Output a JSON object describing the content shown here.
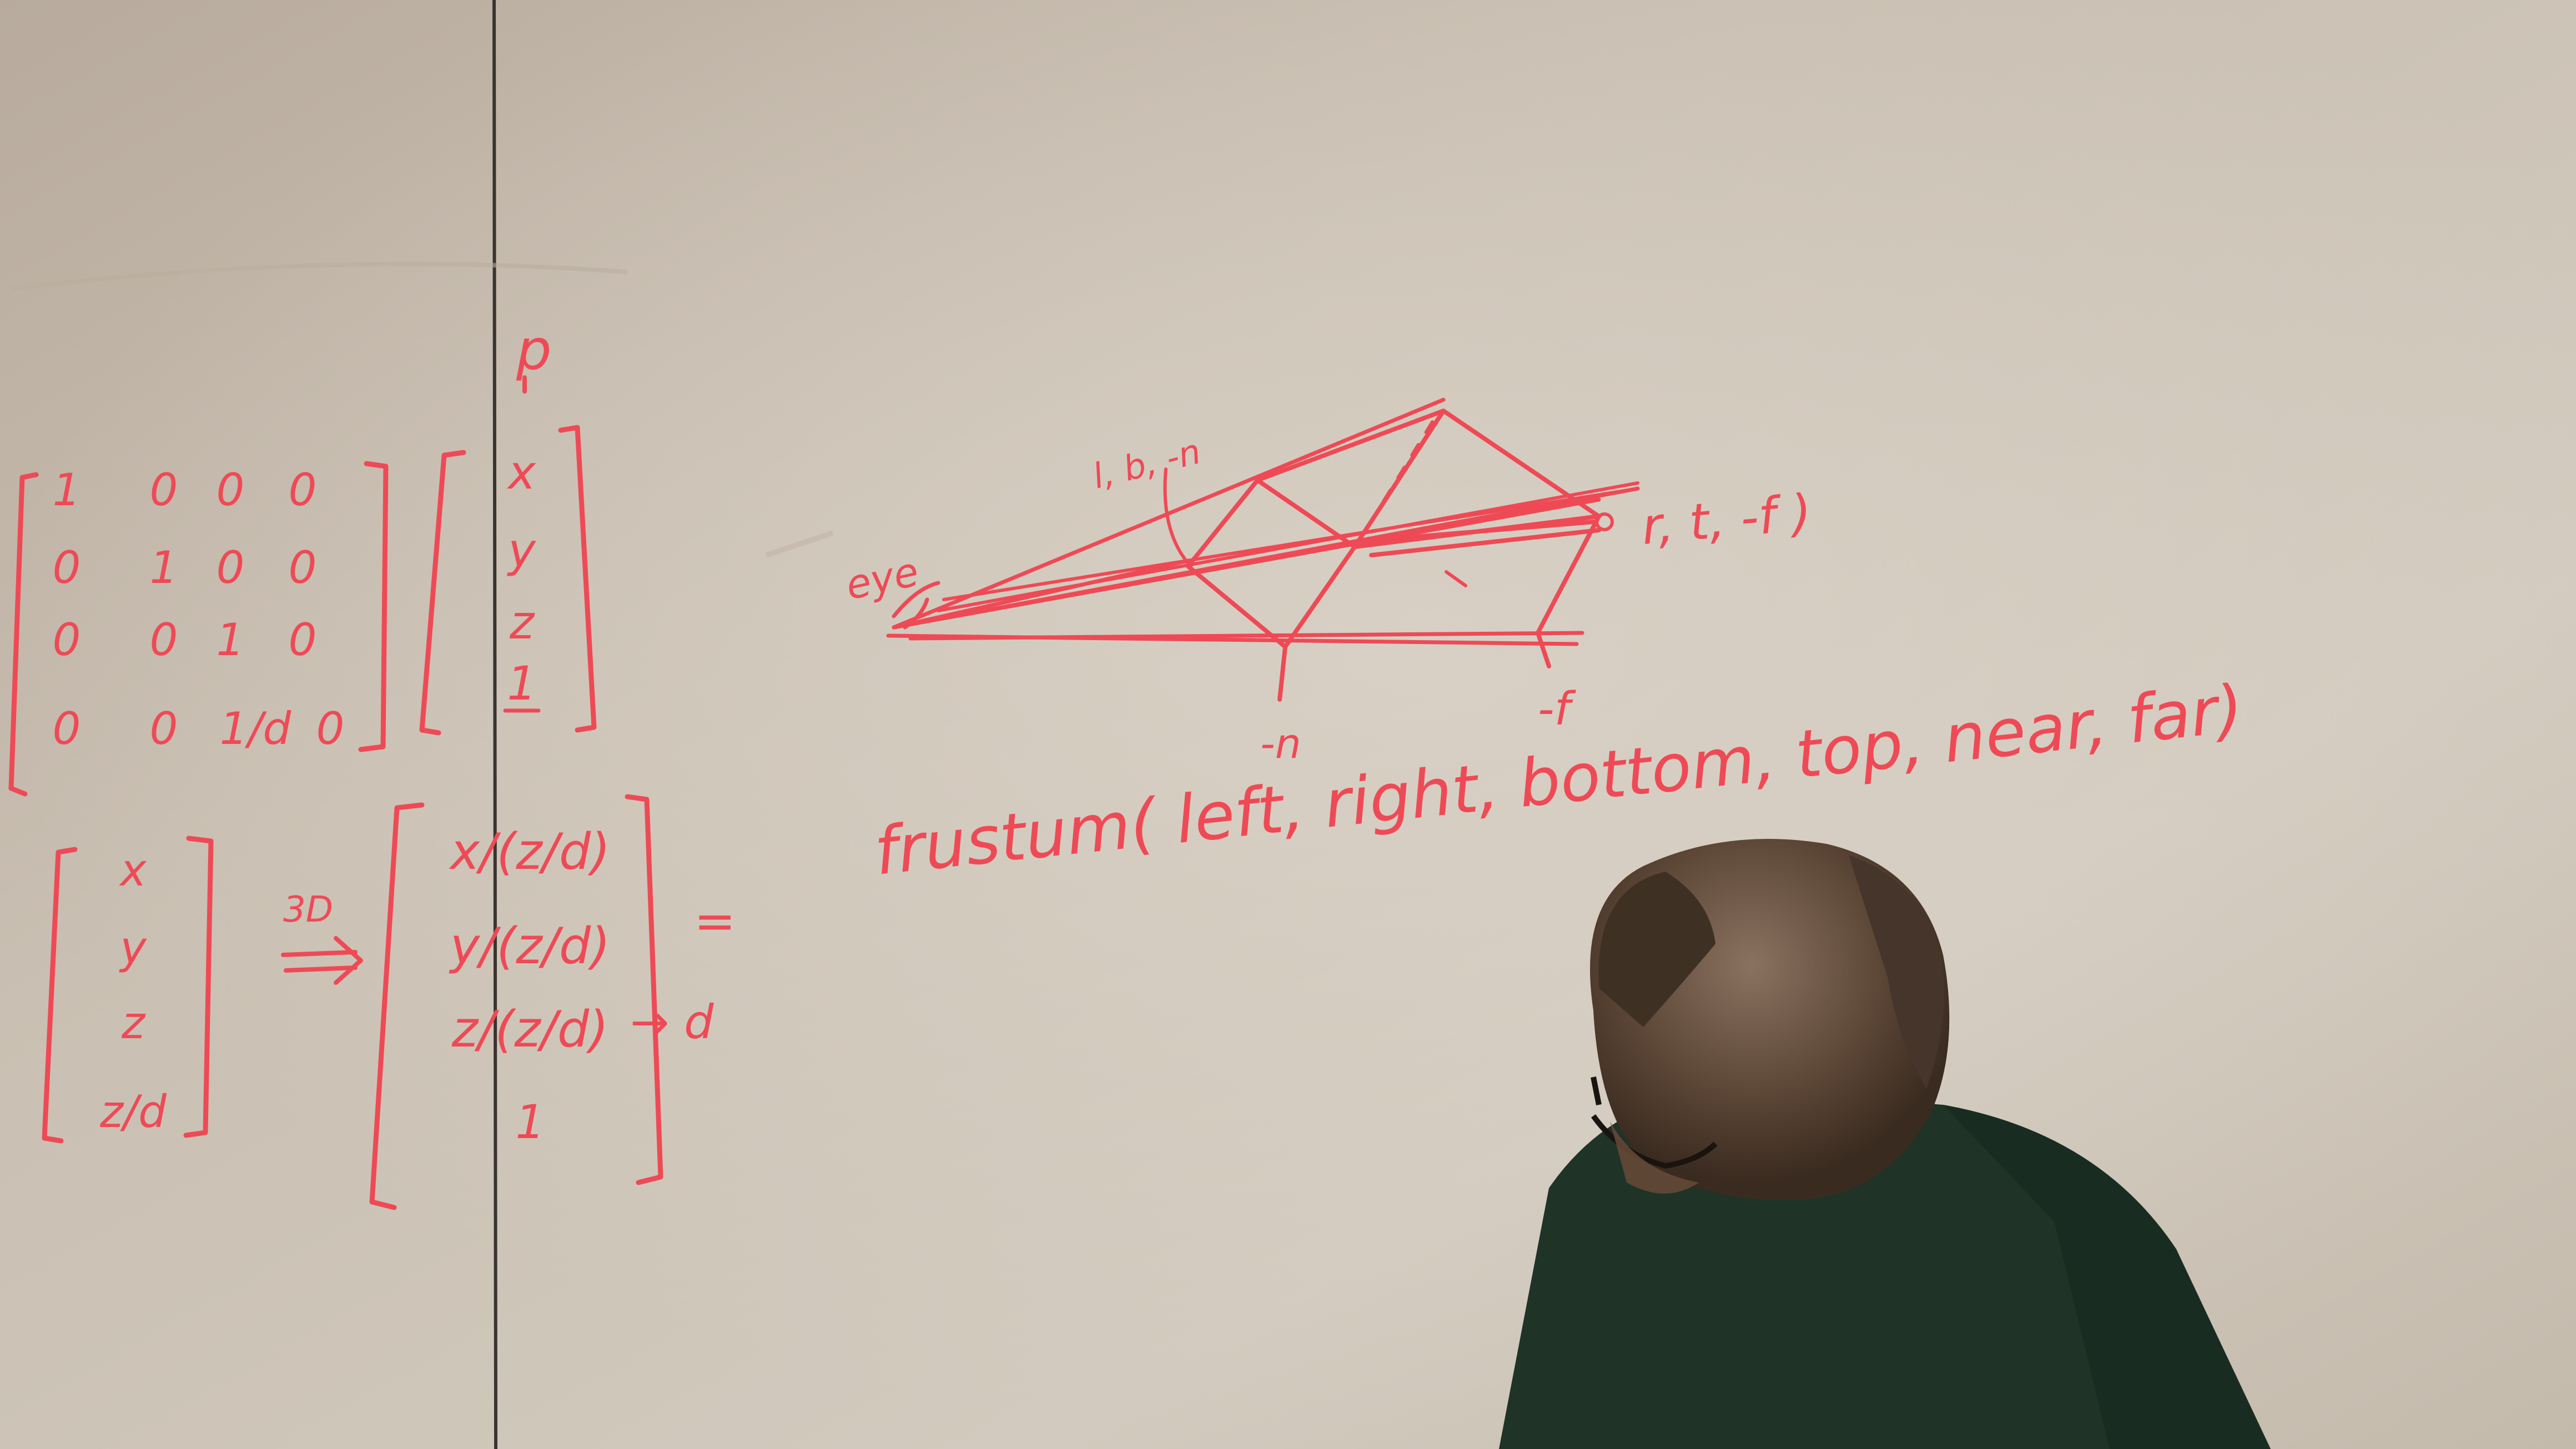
{
  "board": {
    "matrix_rows": [
      [
        "1",
        "0",
        "0",
        "0"
      ],
      [
        "0",
        "1",
        "0",
        "0"
      ],
      [
        "0",
        "0",
        "1",
        "0"
      ],
      [
        "0",
        "0",
        "1/d",
        "0"
      ]
    ],
    "p_label": "p",
    "p_vector": [
      "x",
      "y",
      "z",
      "1"
    ],
    "lhs_vector": [
      "x",
      "y",
      "z",
      "z/d"
    ],
    "arrow_label": "3D",
    "rhs_vector": [
      "x/(z/d)",
      "y/(z/d)",
      "z/(z/d)",
      "1"
    ],
    "equals": "=",
    "arrow_d": "→ d"
  },
  "frustum_diagram": {
    "eye_label": "eye",
    "near_corner_label": "l, b, -n",
    "far_corner_label": "r, t, -f )",
    "near_tick_label": "-n",
    "far_tick_label": "-f",
    "call_text": "frustum( left, right, bottom, top, near, far)"
  },
  "colors": {
    "marker": "#ee4a56",
    "board": "#c9beb0",
    "shirt": "#1f3326",
    "hair": "#4a392c",
    "skin": "#8d6049",
    "divider": "#3a3430"
  }
}
